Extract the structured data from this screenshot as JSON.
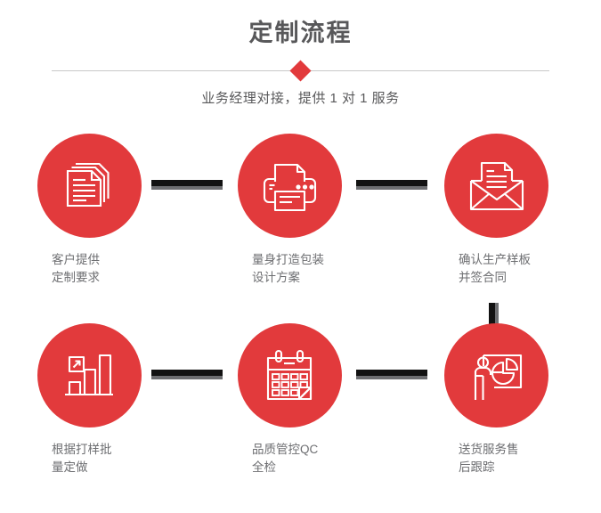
{
  "header": {
    "title": "定制流程",
    "subtitle": "业务经理对接，提供 1 对 1 服务",
    "divider_icon": "diamond-marker",
    "title_color": "#58585a",
    "accent_color": "#e23a3c"
  },
  "flow": {
    "connector_color": "#121212",
    "connector_shadow_color": "#6d6e71",
    "circle_color": "#e23a3c",
    "label_color": "#6d6e71",
    "rows": [
      {
        "steps": [
          {
            "icon": "documents-stack-icon",
            "label": "客户提供\n定制要求"
          },
          {
            "icon": "printer-icon",
            "label": "量身打造包装\n设计方案"
          },
          {
            "icon": "envelope-document-icon",
            "label": "确认生产样板\n并签合同"
          }
        ],
        "connectors": [
          "arrow-bar-right",
          "arrow-bar-right"
        ]
      },
      {
        "steps": [
          {
            "icon": "bar-chart-growth-icon",
            "label": "根据打样批\n量定做"
          },
          {
            "icon": "calendar-icon",
            "label": "品质管控QC\n全检"
          },
          {
            "icon": "presenter-board-icon",
            "label": "送货服务售\n后跟踪"
          }
        ],
        "connectors": [
          "arrow-bar-right",
          "arrow-bar-right"
        ]
      }
    ],
    "vertical_connector": "arrow-bar-down"
  }
}
